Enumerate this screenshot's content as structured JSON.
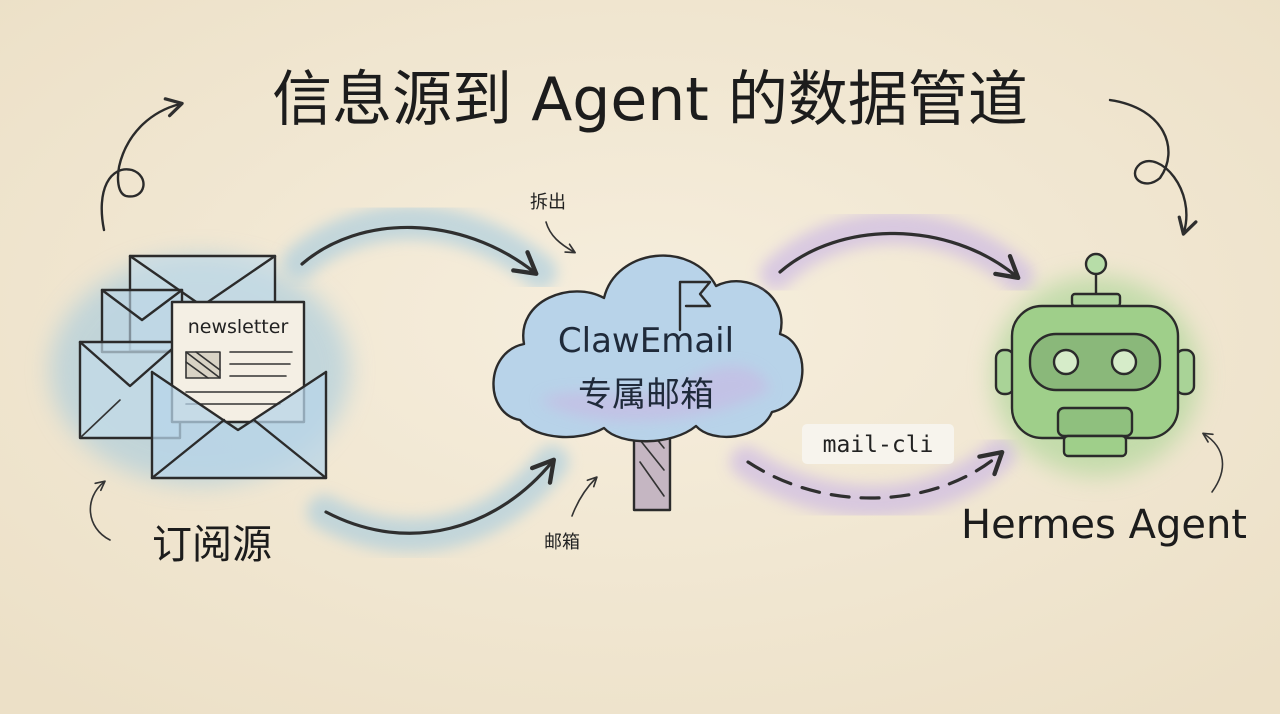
{
  "title": "信息源到 Agent 的数据管道",
  "nodes": {
    "source": {
      "label": "订阅源",
      "newsletter_label": "newsletter"
    },
    "mailbox": {
      "line1": "ClawEmail",
      "line2": "专属邮箱"
    },
    "agent": {
      "label": "Hermes Agent"
    }
  },
  "edges": {
    "extract_label": "拆出",
    "mailbox_label": "邮箱",
    "cli_label": "mail-cli"
  },
  "colors": {
    "background": "#f3ead8",
    "blue_wash": "#9cc7e0",
    "purple_wash": "#c7b3e6",
    "green_wash": "#9fd38c",
    "ink": "#2b2b2b"
  }
}
